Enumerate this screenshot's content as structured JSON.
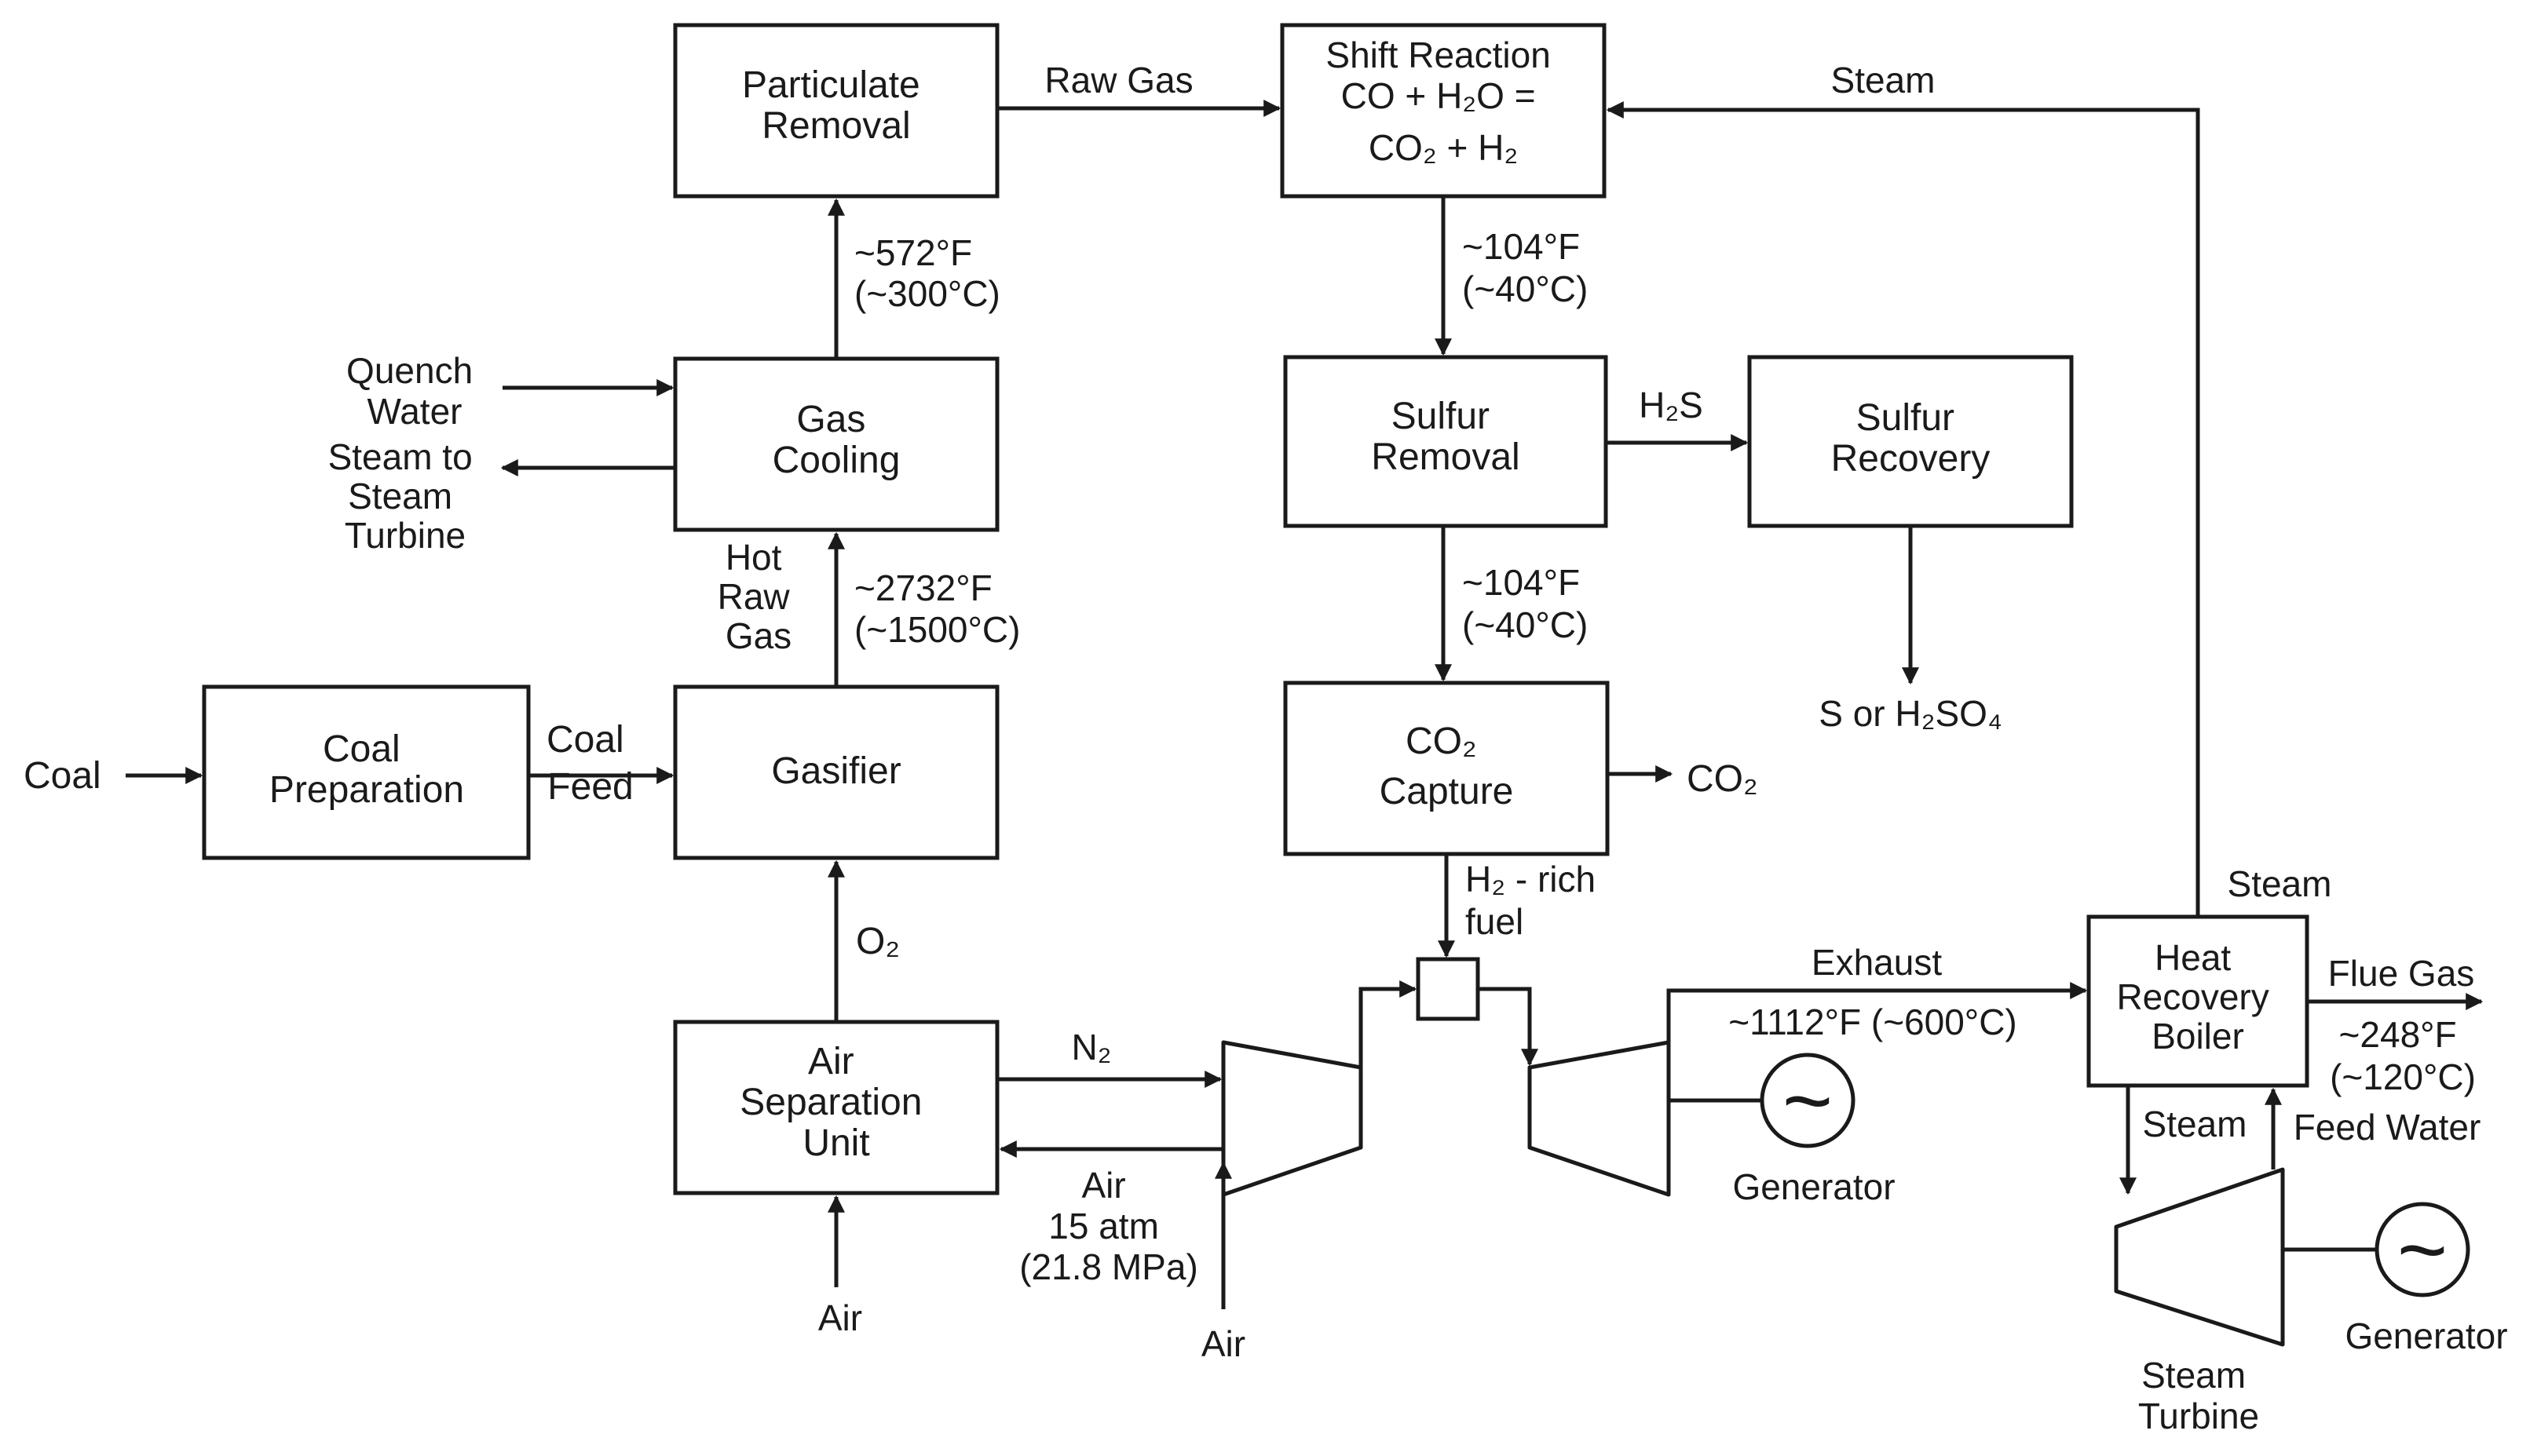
{
  "blocks": {
    "particulate_removal": [
      "Particulate",
      "Removal"
    ],
    "gas_cooling": [
      "Gas",
      "Cooling"
    ],
    "gasifier": [
      "Gasifier"
    ],
    "coal_preparation": [
      "Coal",
      "Preparation"
    ],
    "air_separation_unit": [
      "Air",
      "Separation",
      "Unit"
    ],
    "shift_reaction": [
      "Shift Reaction",
      "CO + H₂O =",
      "CO₂ + H₂"
    ],
    "sulfur_removal": [
      "Sulfur",
      "Removal"
    ],
    "sulfur_recovery": [
      "Sulfur",
      "Recovery"
    ],
    "co2_capture": [
      "CO₂",
      "Capture"
    ],
    "heat_recovery_boiler": [
      "Heat",
      "Recovery",
      "Boiler"
    ]
  },
  "labels": {
    "coal": "Coal",
    "coal_feed": [
      "Coal",
      "Feed"
    ],
    "hot_raw_gas": [
      "Hot",
      "Raw",
      "Gas"
    ],
    "temp_gasifier_out": [
      "~2732°F",
      "(~1500°C)"
    ],
    "quench_water": [
      "Quench",
      "Water"
    ],
    "steam_to_turbine": [
      "Steam to",
      "Steam",
      "Turbine"
    ],
    "temp_cooling_out": [
      "~572°F",
      "(~300°C)"
    ],
    "raw_gas": "Raw Gas",
    "steam_top": "Steam",
    "temp_shift_out": [
      "~104°F",
      "(~40°C)"
    ],
    "h2s": "H₂S",
    "temp_sulfur_out": [
      "~104°F",
      "(~40°C)"
    ],
    "s_or_h2so4": "S or H₂SO₄",
    "co2_out": "CO₂",
    "h2_rich_fuel": [
      "H₂ - rich",
      "fuel"
    ],
    "o2": "O₂",
    "n2": "N₂",
    "air_asu_bottom": "Air",
    "air_pressure": [
      "Air",
      "15 atm",
      "(21.8 MPa)"
    ],
    "air_compressor_bottom": "Air",
    "exhaust": "Exhaust",
    "temp_exhaust": "~1112°F (~600°C)",
    "generator_gas": "Generator",
    "steam_hrsg_top": "Steam",
    "flue_gas": "Flue Gas",
    "temp_flue": [
      "~248°F",
      "(~120°C)"
    ],
    "steam_to_st": "Steam",
    "feed_water": "Feed Water",
    "steam_turbine": [
      "Steam",
      "Turbine"
    ],
    "generator_steam": "Generator",
    "generator_symbol": "~"
  }
}
